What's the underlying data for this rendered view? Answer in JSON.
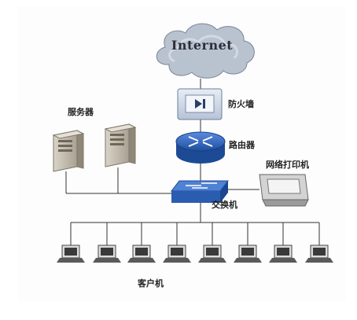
{
  "diagram": {
    "internet_label": "Internet",
    "firewall_label": "防火墙",
    "router_label": "路由器",
    "servers_label": "服务器",
    "switch_label": "交换机",
    "printer_label": "网络打印机",
    "clients_label": "客户机"
  },
  "colors": {
    "cloud_fill": "#b9c2cf",
    "device_blue": "#2f63b8",
    "line": "#333333"
  },
  "icons": [
    "cloud-icon",
    "firewall-icon",
    "router-icon",
    "switch-icon",
    "server-icon",
    "printer-icon",
    "laptop-icon"
  ]
}
